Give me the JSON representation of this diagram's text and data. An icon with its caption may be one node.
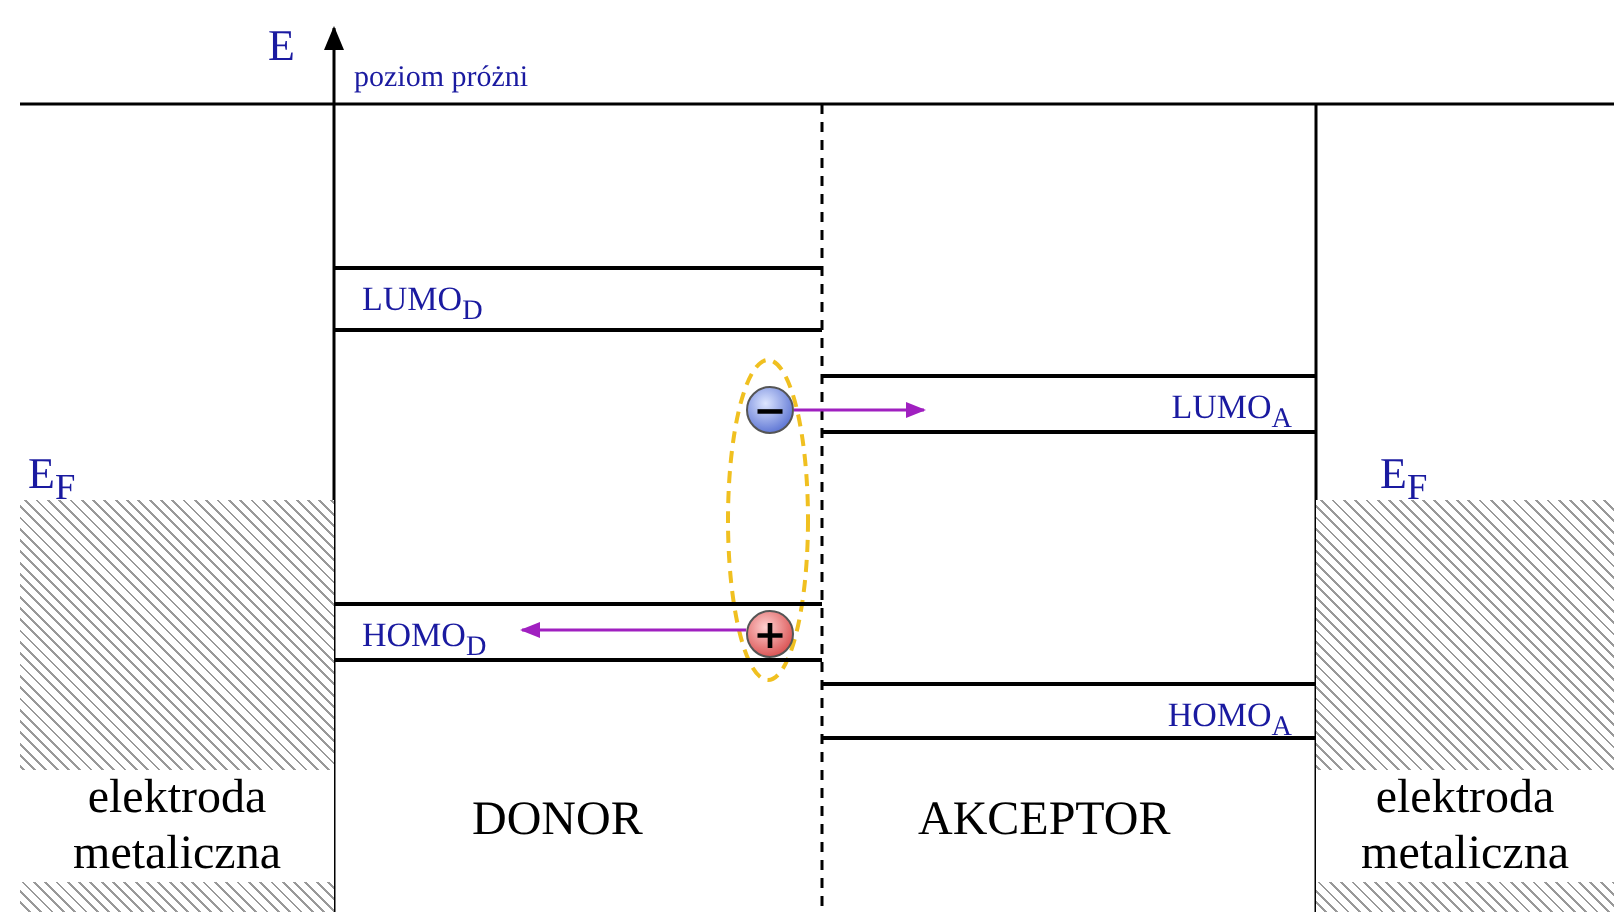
{
  "diagram": {
    "nodes": [
      {
        "text": [
          "elektroda metaliczna"
        ]
      },
      {
        "text": [
          "elektroda metaliczna"
        ]
      },
      {
        "text": [
          "LUMO$_{D}$"
        ]
      },
      {
        "text": [
          "HOMO$_{D}$"
        ]
      },
      {
        "text": [
          "LUMO$_{A}$"
        ]
      },
      {
        "text": [
          "HOMO$_{A}$"
        ]
      },
      {
        "text": [
          "−"
        ]
      },
      {
        "text": [
          "+"
        ],
        "in": 3
      }
    ],
    "edges": [
      {
        "from": 6,
        "to": 4,
        "arrow": "to"
      },
      {
        "from": 7,
        "to": 3,
        "arrow": "to"
      }
    ],
    "labels": [
      "E",
      "poziom próżni",
      "E$_{F}$",
      "E$_{F}$",
      "DONOR",
      "AKCEPTOR"
    ]
  }
}
